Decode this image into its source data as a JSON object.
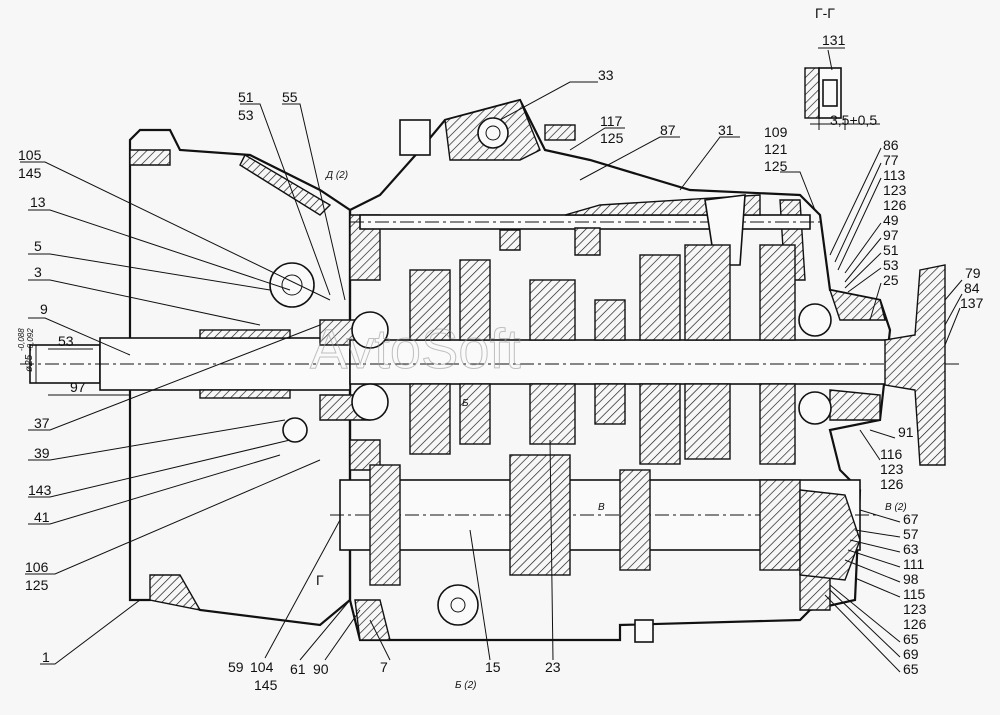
{
  "title": "Gearbox sectional assembly",
  "watermark": "AvtoSoft",
  "section_view": {
    "title": "Г-Г",
    "part": "131",
    "dimension": "3,5+0,5"
  },
  "dimensions": {
    "shaft_length_short": "53",
    "shaft_length_long": "97",
    "diameter": "ø25",
    "tol_upper": "-0,088",
    "tol_lower": "-0,092"
  },
  "section_marks": {
    "d2": "Д (2)",
    "b": "Б",
    "b2": "Б (2)",
    "v": "В",
    "v2": "В (2)",
    "g": "Г"
  },
  "callouts": {
    "top": [
      {
        "id": "c33",
        "text": "33"
      },
      {
        "id": "c117",
        "text": "117",
        "sub": "125"
      },
      {
        "id": "c87",
        "text": "87"
      },
      {
        "id": "c31",
        "text": "31"
      },
      {
        "id": "c109",
        "text": "109",
        "sub": "121",
        "sub2": "125"
      },
      {
        "id": "c51",
        "text": "51",
        "sub": "53"
      },
      {
        "id": "c55",
        "text": "55"
      }
    ],
    "left": [
      {
        "text": "105",
        "sub": "145"
      },
      {
        "text": "13"
      },
      {
        "text": "5"
      },
      {
        "text": "3"
      },
      {
        "text": "9"
      },
      {
        "text": "37"
      },
      {
        "text": "39"
      },
      {
        "text": "143"
      },
      {
        "text": "41"
      },
      {
        "text": "106",
        "sub": "125"
      },
      {
        "text": "1"
      }
    ],
    "bottom": [
      {
        "text": "59"
      },
      {
        "text": "104"
      },
      {
        "text": "145"
      },
      {
        "text": "61"
      },
      {
        "text": "90"
      },
      {
        "text": "7"
      },
      {
        "text": "15"
      },
      {
        "text": "23"
      }
    ],
    "right_upper": [
      "86",
      "77",
      "113",
      "123",
      "126",
      "49",
      "97",
      "51",
      "53",
      "25"
    ],
    "flange": [
      "79",
      "84",
      "137"
    ],
    "right_mid": [
      {
        "text": "91"
      },
      {
        "text": "116",
        "sub": "123",
        "sub2": "126"
      }
    ],
    "right_lower": [
      "67",
      "57",
      "63",
      "111",
      "98",
      "115",
      "123",
      "126",
      "65",
      "69",
      "65"
    ]
  }
}
